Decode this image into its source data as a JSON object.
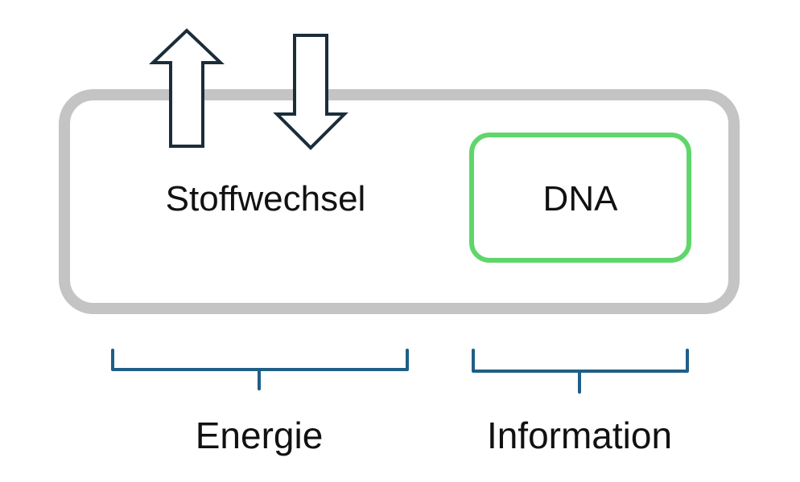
{
  "diagram": {
    "cell_label": "Stoffwechsel",
    "nucleus_label": "DNA",
    "brace_left_label": "Energie",
    "brace_right_label": "Information"
  },
  "colors": {
    "cell_border": "#c4c4c4",
    "nucleus_border": "#5fd66b",
    "arrow_stroke": "#1c2d3a",
    "brace_stroke": "#1f5f86",
    "text": "#111111"
  },
  "icons": {
    "arrow_up": "arrow-up-icon",
    "arrow_down": "arrow-down-icon"
  }
}
